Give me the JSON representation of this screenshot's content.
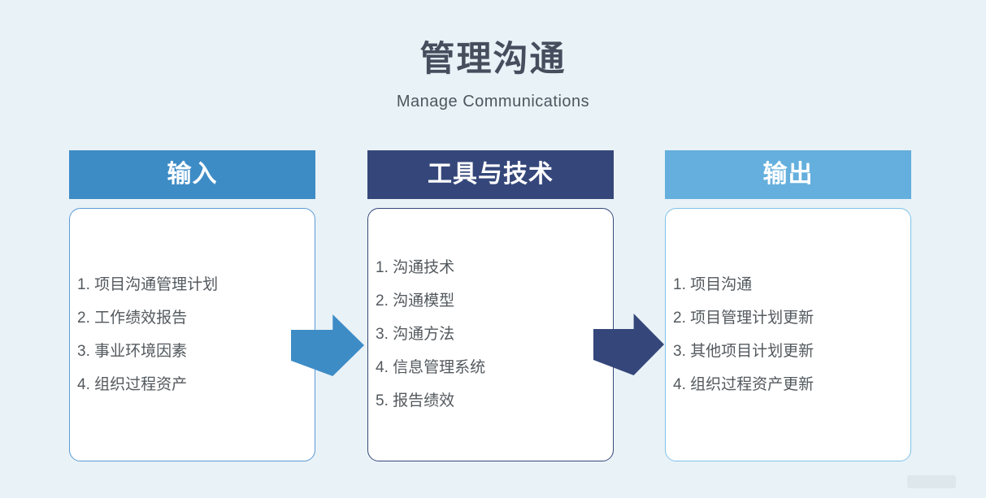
{
  "title": {
    "text": "管理沟通",
    "subtitle": "Manage Communications"
  },
  "colors": {
    "background": "#E9F2F7",
    "title_text": "#464E5E",
    "subtitle_text": "#4E565F",
    "list_text": "#53595E",
    "input_header_bg": "#3E8CC6",
    "tools_header_bg": "#35477A",
    "output_header_bg": "#64AFDD",
    "input_panel_border": "#5B9BD5",
    "tools_panel_border": "#35477A",
    "output_panel_border": "#7EC3E8",
    "arrow_input_to_tools": "#3E8CC6",
    "arrow_tools_to_output": "#35477A"
  },
  "columns": [
    {
      "header": "输入",
      "items": [
        "1. 项目沟通管理计划",
        "2. 工作绩效报告",
        "3. 事业环境因素",
        "4. 组织过程资产"
      ]
    },
    {
      "header": "工具与技术",
      "items": [
        "1. 沟通技术",
        "2. 沟通模型",
        "3. 沟通方法",
        "4. 信息管理系统",
        "5. 报告绩效"
      ]
    },
    {
      "header": "输出",
      "items": [
        "1. 项目沟通",
        "2. 项目管理计划更新",
        "3. 其他项目计划更新",
        "4. 组织过程资产更新"
      ]
    }
  ]
}
